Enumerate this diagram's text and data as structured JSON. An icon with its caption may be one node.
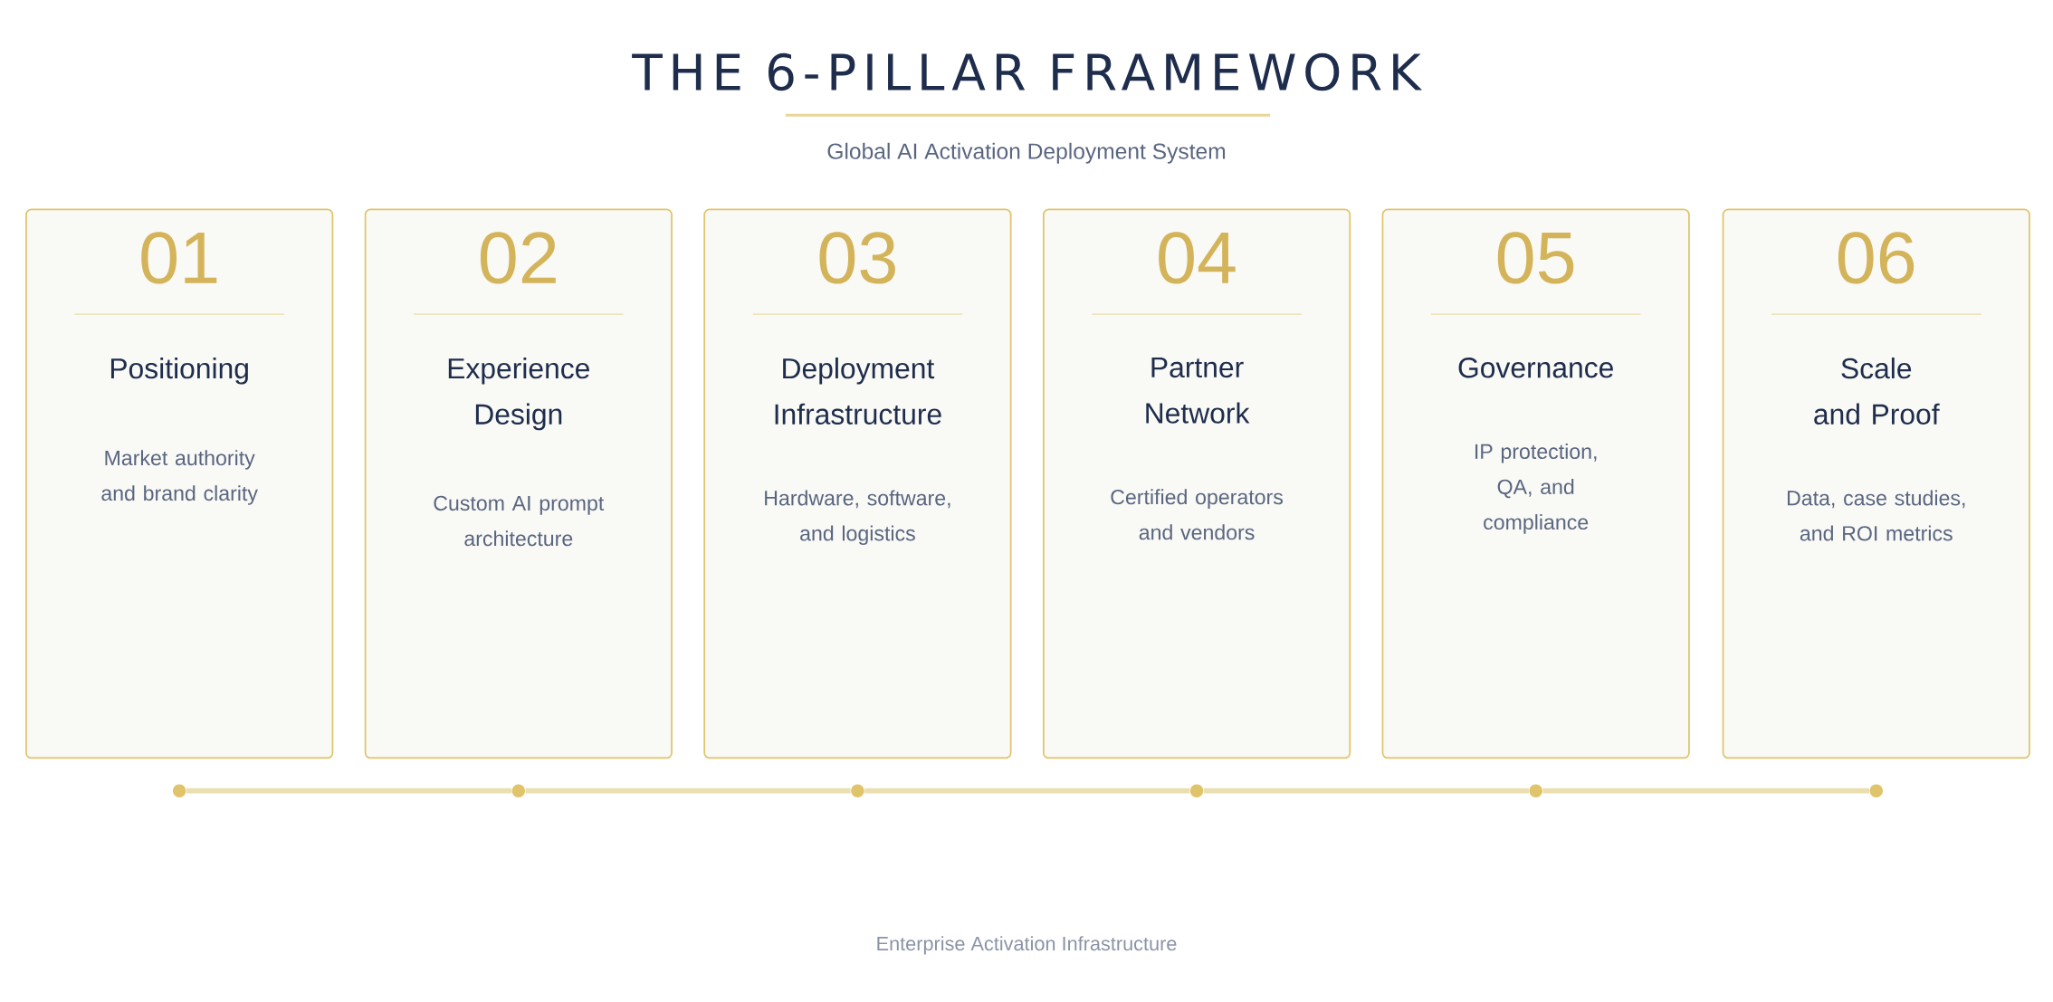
{
  "diagram": {
    "title": "THE 6-PILLAR FRAMEWORK",
    "caption": "Global AI Activation Deployment System",
    "nodes": [
      {
        "text": [
          "01",
          "Positioning",
          "Market authority and brand clarity"
        ]
      },
      {
        "text": [
          "02",
          "Experience Design",
          "Custom AI prompt architecture"
        ]
      },
      {
        "text": [
          "03",
          "Deployment Infrastructure",
          "Hardware, software, and logistics"
        ]
      },
      {
        "text": [
          "04",
          "Partner Network",
          "Certified operators and vendors"
        ]
      },
      {
        "text": [
          "05",
          "Governance",
          "IP protection, QA, and compliance"
        ]
      },
      {
        "text": [
          "06",
          "Scale and Proof",
          "Data, case studies, and ROI metrics"
        ]
      },
      {
        "text": [],
        "shape": "circle"
      },
      {
        "text": [],
        "shape": "circle"
      },
      {
        "text": [],
        "shape": "circle"
      },
      {
        "text": [],
        "shape": "circle"
      },
      {
        "text": [],
        "shape": "circle"
      },
      {
        "text": [],
        "shape": "circle"
      }
    ],
    "edges": [
      {
        "from": 6,
        "to": 7,
        "arrow": "none"
      },
      {
        "from": 7,
        "to": 8,
        "arrow": "none"
      },
      {
        "from": 8,
        "to": 9,
        "arrow": "none"
      },
      {
        "from": 9,
        "to": 10,
        "arrow": "none"
      },
      {
        "from": 10,
        "to": 11,
        "arrow": "none"
      }
    ],
    "labels": [
      "Enterprise Activation Infrastructure"
    ]
  }
}
